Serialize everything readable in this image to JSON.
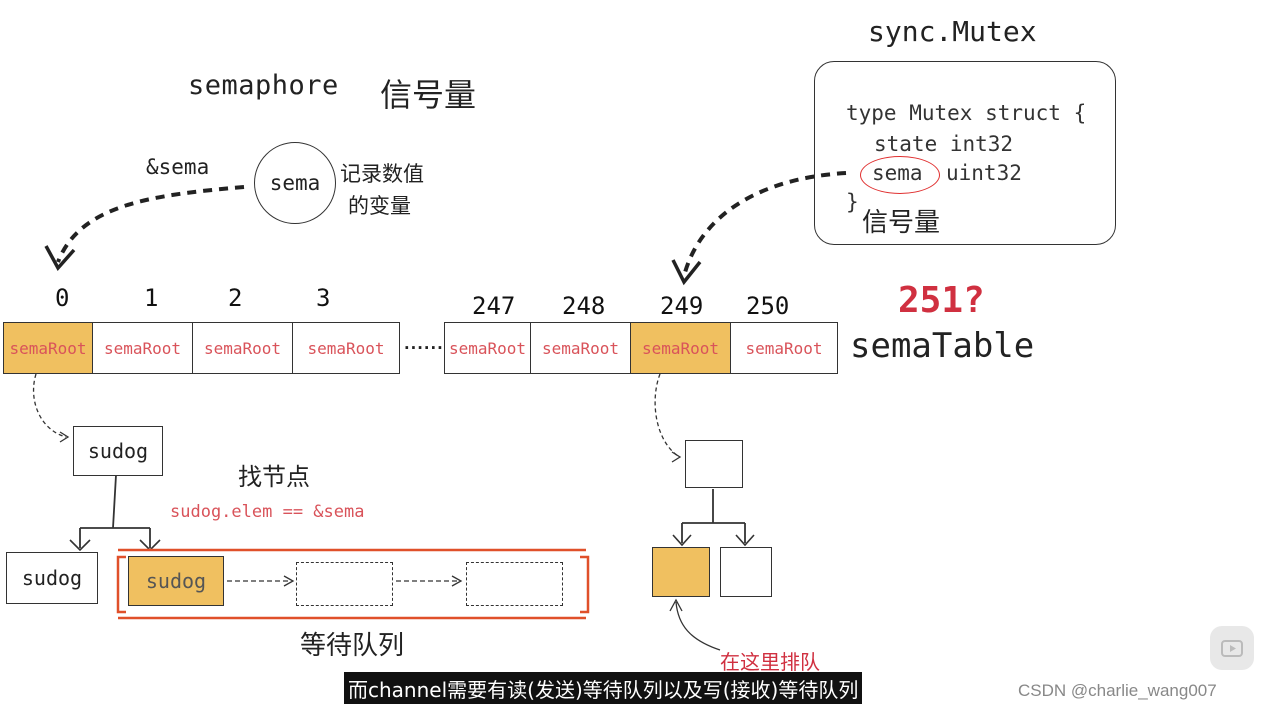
{
  "heading": {
    "semaphore_word": "semaphore",
    "semaphore_cn": "信号量"
  },
  "sema_var": {
    "pointer_label": "&sema",
    "circle_label": "sema",
    "desc_line1": "记录数值",
    "desc_line2": "的变量"
  },
  "mutex": {
    "title": "sync.Mutex",
    "line1": "type Mutex struct {",
    "line2": "state int32",
    "line3_name": "sema",
    "line3_type": "uint32",
    "line4": "}",
    "annotation": "信号量"
  },
  "table": {
    "indices_left": [
      "0",
      "1",
      "2",
      "3"
    ],
    "indices_right": [
      "247",
      "248",
      "249",
      "250"
    ],
    "cell_label": "semaRoot",
    "ellipsis": "......",
    "question": "251?",
    "name": "semaTable",
    "highlight_color": "#f0c060",
    "cell_text_color": "#d9535a"
  },
  "tree_left": {
    "root": "sudog",
    "left_child": "sudog",
    "highlight_child": "sudog",
    "find_node": "找节点",
    "condition": "sudog.elem == &sema",
    "queue_label": "等待队列",
    "queue_color": "#e0502a"
  },
  "tree_right": {
    "queue_here": "在这里排队"
  },
  "subtitle": "而channel需要有读(发送)等待队列以及写(接收)等待队列",
  "watermark": "CSDN @charlie_wang007"
}
